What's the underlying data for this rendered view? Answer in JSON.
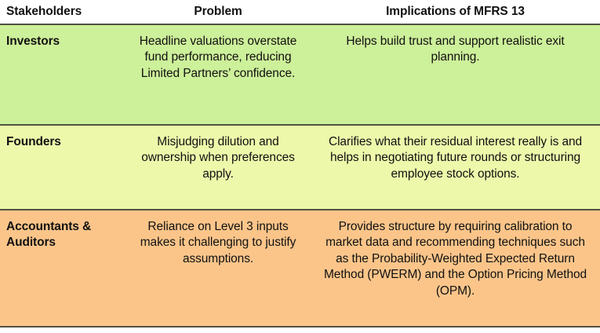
{
  "table": {
    "headers": {
      "stakeholders": "Stakeholders",
      "problem": "Problem",
      "implications": "Implications of MFRS 13"
    },
    "rows": [
      {
        "stakeholder": "Investors",
        "problem": "Headline valuations overstate fund performance, reducing Limited Partners’ confidence.",
        "implication": "Helps build trust and support realistic exit planning.",
        "row_color": "#cdf09a"
      },
      {
        "stakeholder": "Founders",
        "problem": "Misjudging dilution and ownership when preferences apply.",
        "implication": "Clarifies what their residual interest really is and helps in negotiating future rounds or structuring employee stock options.",
        "row_color": "#eef8ab"
      },
      {
        "stakeholder": "Accountants & Auditors",
        "problem": "Reliance on Level 3 inputs makes it challenging to justify assumptions.",
        "implication": "Provides structure by requiring calibration to market data and recommending techniques such as the Probability-Weighted Expected Return Method (PWERM) and the Option Pricing Method (OPM).",
        "row_color": "#fbc58a"
      }
    ],
    "colors": {
      "border": "#4f5242",
      "text": "#111111",
      "background": "#ffffff"
    }
  }
}
